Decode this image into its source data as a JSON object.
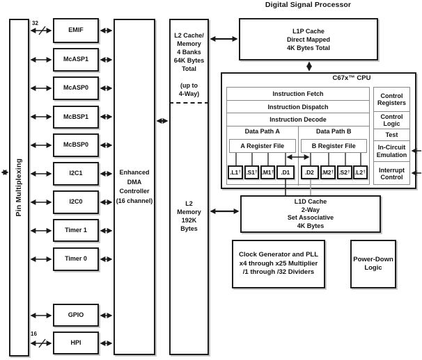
{
  "title": "Digital Signal Processor",
  "pin_multiplexing": {
    "label": "Pin Multiplexing"
  },
  "peripherals": [
    {
      "label": "EMIF",
      "bus_width": "32"
    },
    {
      "label": "McASP1"
    },
    {
      "label": "McASP0"
    },
    {
      "label": "McBSP1"
    },
    {
      "label": "McBSP0"
    },
    {
      "label": "I2C1"
    },
    {
      "label": "I2C0"
    },
    {
      "label": "Timer 1"
    },
    {
      "label": "Timer 0"
    },
    {
      "label": "GPIO"
    },
    {
      "label": "HPI",
      "bus_width": "16"
    }
  ],
  "edma": {
    "label": "Enhanced\nDMA\nController\n(16 channel)"
  },
  "l2_cache": {
    "label": "L2 Cache/\nMemory\n4 Banks\n64K Bytes\nTotal\n\n(up to\n4-Way)"
  },
  "l2_memory": {
    "label": "L2\nMemory\n192K\nBytes"
  },
  "l1p_cache": {
    "label": "L1P Cache\nDirect Mapped\n4K Bytes Total"
  },
  "l1d_cache": {
    "label": "L1D Cache\n2-Way\nSet Associative\n4K Bytes"
  },
  "cpu": {
    "title": "C67x™ CPU",
    "pipeline": [
      "Instruction Fetch",
      "Instruction Dispatch",
      "Instruction Decode"
    ],
    "datapath_a": {
      "header": "Data Path A",
      "register_file": "A Register File",
      "units": [
        {
          "name": ".L1",
          "footnote": "†"
        },
        {
          "name": ".S1",
          "footnote": "†"
        },
        {
          "name": ".M1",
          "footnote": "†"
        },
        {
          "name": ".D1",
          "footnote": ""
        }
      ]
    },
    "datapath_b": {
      "header": "Data Path B",
      "register_file": "B Register File",
      "units": [
        {
          "name": ".D2",
          "footnote": ""
        },
        {
          "name": ".M2",
          "footnote": "†"
        },
        {
          "name": ".S2",
          "footnote": "†"
        },
        {
          "name": ".L2",
          "footnote": "†"
        }
      ]
    },
    "control_blocks": [
      "Control\nRegisters",
      "Control\nLogic",
      "Test",
      "In-Circuit\nEmulation",
      "Interrupt\nControl"
    ]
  },
  "clock_generator": {
    "label": "Clock Generator and PLL\nx4 through x25 Multiplier\n/1 through /32 Dividers"
  },
  "power_down": {
    "label": "Power-Down\nLogic"
  },
  "colors": {
    "line": "#1a1a1a",
    "inner_border": "#878787",
    "shadow": "#c9c9c9",
    "background": "#ffffff",
    "text": "#111111"
  }
}
